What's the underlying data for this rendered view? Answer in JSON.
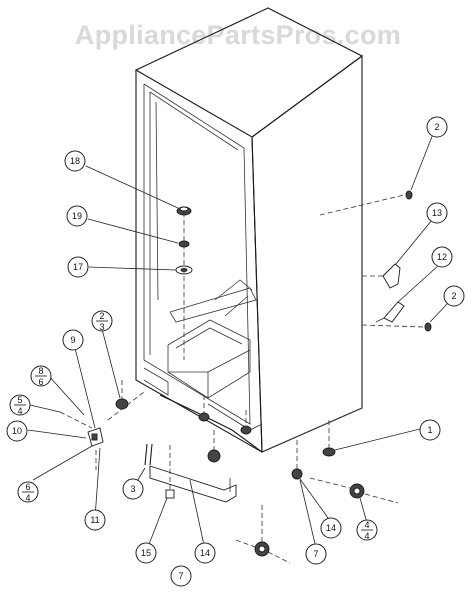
{
  "watermark": "AppliancePartsPros.com",
  "callouts": {
    "c1": "1",
    "c2_top": "2",
    "c2_right": "2",
    "c2_frac_num": "2",
    "c2_frac_den": "3",
    "c3": "3",
    "c4_frac_num": "4",
    "c4_frac_den": "4",
    "c5_frac_num": "5",
    "c5_frac_den": "4",
    "c6_frac_num": "6",
    "c6_frac_den": "4",
    "c7_left": "7",
    "c7_right": "7",
    "c8_frac_num": "8",
    "c8_frac_den": "6",
    "c9": "9",
    "c10": "10",
    "c11": "11",
    "c12": "12",
    "c13": "13",
    "c14_left": "14",
    "c14_right": "14",
    "c15": "15",
    "c17": "17",
    "c18": "18",
    "c19": "19"
  }
}
